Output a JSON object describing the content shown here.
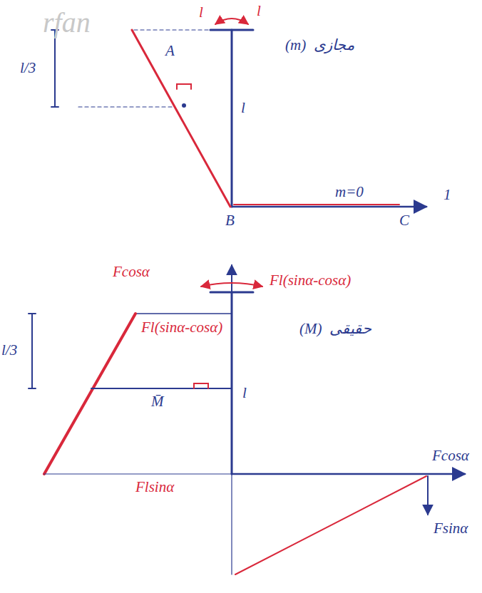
{
  "diagram": {
    "labels": [
      "l",
      "l",
      "l/3",
      "A",
      "l",
      "(m)",
      "مجازی",
      "m=0",
      "B",
      "C",
      "1",
      "Fcosα",
      "Fl(sinα-cosα)",
      "Fl(sinα-cosα)",
      "l/3",
      "M̄",
      "l",
      "(M)",
      "حقیقی",
      "Fcosα",
      "Flsinα",
      "Fsinα",
      "rfan"
    ]
  }
}
